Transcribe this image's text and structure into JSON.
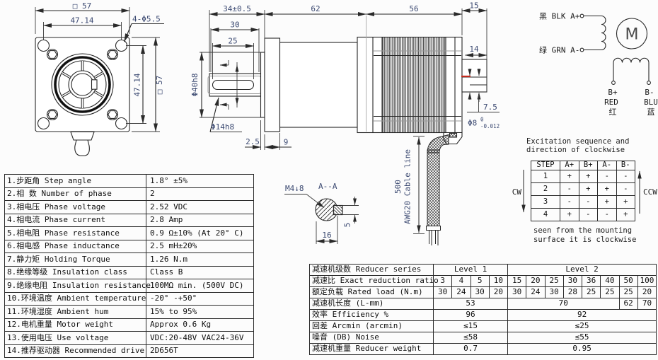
{
  "colors": {
    "line": "#262626",
    "dim_text": "#3c4a72",
    "red_mark": "#c42a1e"
  },
  "front": {
    "square_top": "□ 57",
    "width": "47.14",
    "holes": "4-Φ5.5",
    "height": "47.14",
    "square_right": "□ 57"
  },
  "side": {
    "shaft_len": "34±0.5",
    "gearbox_len": "62",
    "motor_len": "56",
    "rear_len": "15",
    "key_total": "30",
    "key_flat": "25",
    "pilot_dia": "Φ40h8",
    "shaft_dia": "Φ14h8",
    "pilot_depth": "2.5",
    "flange_depth": "9",
    "rear_shaft_len": "14",
    "rear_offset": "7.5",
    "rear_dia": "Φ8",
    "rear_tol_hi": "0",
    "rear_tol_lo": "-0.012"
  },
  "section": {
    "tap": "M4↓8",
    "label": "A--A",
    "width": "16",
    "key_height": "5"
  },
  "cable": {
    "length": "500",
    "label": "AWG20 Cable line"
  },
  "wiring": {
    "a_plus": "黑 BLK A+",
    "a_minus": "绿 GRN A-",
    "motor": "M",
    "b_plus": "B+",
    "b_plus_color": "RED",
    "b_plus_cn": "红",
    "b_minus": "B-",
    "b_minus_color": "BLU",
    "b_minus_cn": "蓝"
  },
  "excitation": {
    "title_line1": "Excitation sequence and",
    "title_line2": "direction of clockwise",
    "cw": "CW",
    "ccw": "CCW",
    "headers": [
      "STEP",
      "A+",
      "B+",
      "A-",
      "B-"
    ],
    "rows": [
      [
        "1",
        "+",
        "+",
        "-",
        "-"
      ],
      [
        "2",
        "-",
        "+",
        "+",
        "-"
      ],
      [
        "3",
        "-",
        "-",
        "+",
        "+"
      ],
      [
        "4",
        "+",
        "-",
        "-",
        "+"
      ]
    ],
    "note_line1": "seen from the mounting",
    "note_line2": "surface it is clockwise"
  },
  "spec": {
    "rows": [
      {
        "label": "1.步距角 Step angle",
        "value": "1.8° ±5%"
      },
      {
        "label": "2.相  数 Number of phase",
        "value": "2"
      },
      {
        "label": "3.相电压 Phase voltage",
        "value": "2.52 VDC"
      },
      {
        "label": "4.相电流 Phase current",
        "value": "2.8 Amp"
      },
      {
        "label": "5.相电阻 Phase resistance",
        "value": "0.9 Ω±10% (At 20° C)"
      },
      {
        "label": "6.相电感 Phase inductance",
        "value": "2.5 mH±20%"
      },
      {
        "label": "7.静力矩 Holding Torque",
        "value": "1.26 N.m"
      },
      {
        "label": "8.绝缘等级 Insulation class",
        "value": "Class B"
      },
      {
        "label": "9.绝缘电阻 Insulation resistance",
        "value": "100MΩ min. (500V DC)"
      },
      {
        "label": "10.环境温度 Ambient temperature",
        "value": "-20° -+50°"
      },
      {
        "label": "11.环境湿度 Ambient hum",
        "value": "15% to 95%"
      },
      {
        "label": "12.电机重量 Motor weight",
        "value": "Approx 0.6 Kg"
      },
      {
        "label": "13.使用电压 Use voltage",
        "value": "VDC:20-48V VAC24-36V"
      },
      {
        "label": "14.推荐驱动器 Recommended drive",
        "value": "2D656T"
      }
    ]
  },
  "reducer": {
    "series_label": "减速机级数 Reducer series",
    "levels": [
      "Level 1",
      "Level 2"
    ],
    "ratio_label": "减速比 Exact reduction ratio",
    "ratios": [
      "3",
      "4",
      "5",
      "10",
      "15",
      "20",
      "25",
      "30",
      "36",
      "40",
      "50",
      "100"
    ],
    "load_label": "额定负载 Rated load (N.m)",
    "loads": [
      "30",
      "24",
      "30",
      "20",
      "30",
      "24",
      "30",
      "28",
      "25",
      "25",
      "25",
      "20"
    ],
    "length_label": "减速机长度 (L-mm)",
    "lengths": [
      "53",
      "70",
      "62",
      "70"
    ],
    "efficiency_label": "效率 Efficiency %",
    "efficiency": [
      "96",
      "92"
    ],
    "backlash_label": "回差 Arcmin (arcmin)",
    "backlash": [
      "≤15",
      "≤25"
    ],
    "noise_label": "噪音 (DB) Noise",
    "noise": [
      "≤58",
      "≤55"
    ],
    "weight_label": "减速机重量 Reducer weight",
    "weight": [
      "0.7",
      "0.95"
    ]
  }
}
